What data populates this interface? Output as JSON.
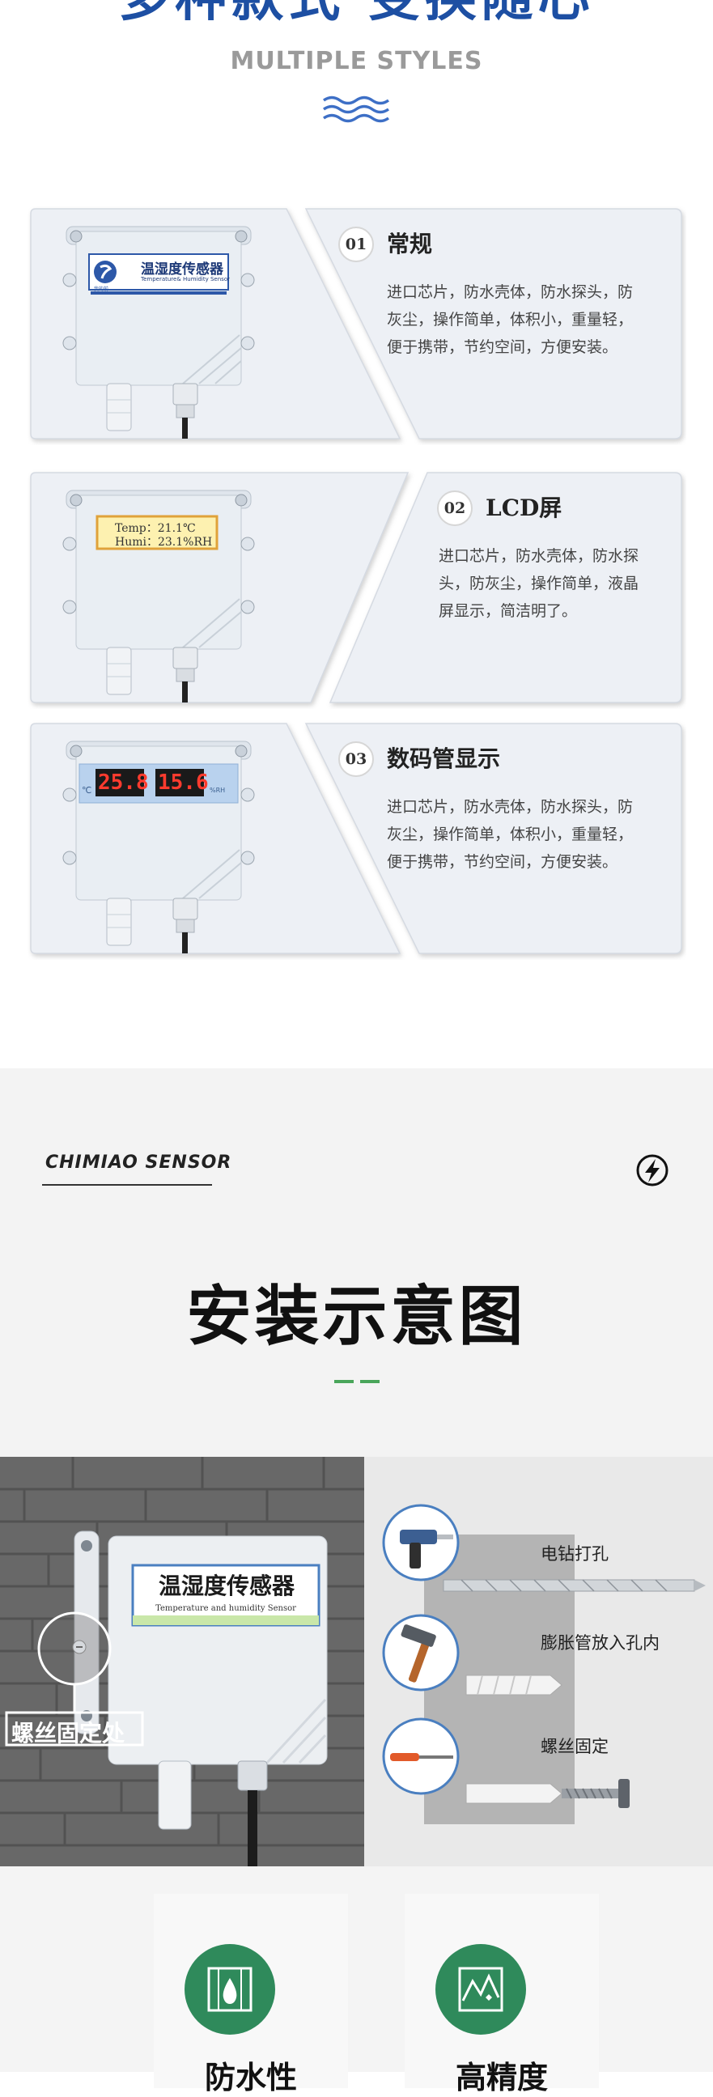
{
  "header": {
    "title": "多种款式 变换随心",
    "subtitle_en": "MULTIPLE STYLES"
  },
  "styles": [
    {
      "number": "01",
      "title": "常规",
      "lines": [
        "进口芯片，防水壳体，防水探头，防",
        "灰尘，操作简单，体积小，重量轻，",
        "便于携带，节约空间，方便安装。"
      ],
      "device_label_cn": "温湿度传感器",
      "device_label_en": "Temperature& Humidity Sensor",
      "logo_text": "我的前"
    },
    {
      "number": "02",
      "title": "LCD屏",
      "lines": [
        "进口芯片，防水壳体，防水探",
        "头，防灰尘，操作简单，液晶",
        "屏显示，简洁明了。"
      ],
      "lcd_line1": "Temp：21.1℃",
      "lcd_line2": "Humi：23.1%RH"
    },
    {
      "number": "03",
      "title": "数码管显示",
      "lines": [
        "进口芯片，防水壳体，防水探头，防",
        "灰尘，操作简单，体积小，重量轻，",
        "便于携带，节约空间，方便安装。"
      ],
      "temp_value": "25.8",
      "humi_value": "15.6",
      "temp_unit": "℃",
      "humi_unit": "%RH"
    }
  ],
  "install": {
    "brand": "CHIMIAO  SENSOR",
    "title": "安装示意图",
    "device_label_cn": "温湿度传感器",
    "device_label_en": "Temperature and humidity Sensor",
    "screw_spot_label": "螺丝固定处",
    "steps": [
      "电钻打孔",
      "膨胀管放入孔内",
      "螺丝固定"
    ]
  },
  "features": [
    {
      "label": "防水性",
      "icon": "water-drop-icon"
    },
    {
      "label": "高精度",
      "icon": "precision-chart-icon"
    }
  ],
  "colors": {
    "title_blue": "#1d4fa3",
    "accent_green": "#2f8a5b",
    "dash_green": "#49a55a",
    "card_bg": "#edf0f5",
    "led_red": "#ff3b2e"
  }
}
